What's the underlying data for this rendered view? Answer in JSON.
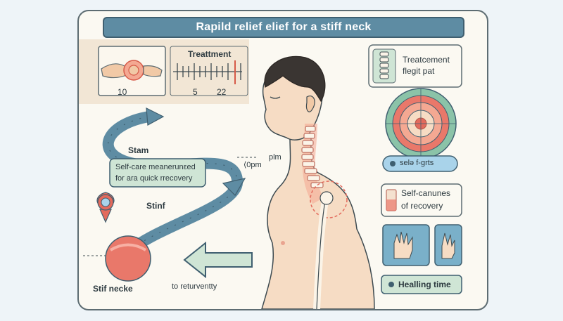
{
  "title": "Rapild relief elief for a stiff  neck",
  "treatment_panel": {
    "heading": "Treattment",
    "scale_left": "10",
    "scale_mid": "5",
    "scale_right": "22"
  },
  "flow": {
    "start_label": "Stam",
    "self_care_line1": "Self-care meanerunεed",
    "self_care_line2": "for ara quick rrecovery",
    "stiff_label": "Stinf",
    "pm_label": "plm",
    "opm_label": "⟨0pm",
    "bottom_left_label": "Stif necke",
    "return_label": "to returventty"
  },
  "right_panel": {
    "treatment_line1": "Treatcement",
    "treatment_line2": "flegit pat",
    "self_pill": "selə f-grts",
    "self_care_line1": "Self-canunes",
    "self_care_line2": "of recovery",
    "healing_label": "Healling time"
  },
  "colors": {
    "title_bg": "#5e8ca3",
    "card_bg": "#fbf9f2",
    "flow_blue": "#5e8ca3",
    "pain_red": "#e36a5c",
    "mint": "#cfe5d5",
    "peach": "#f2e6d5"
  }
}
